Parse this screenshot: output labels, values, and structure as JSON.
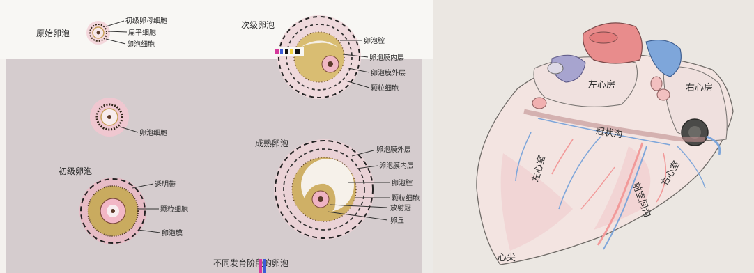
{
  "left_sheet": {
    "primordial_follicle": {
      "title": "原始卵泡",
      "labels": [
        "初级卵母细胞",
        "扁平细胞",
        "卵泡细胞"
      ]
    },
    "secondary_follicle": {
      "title": "次级卵泡",
      "labels": [
        "卵泡腔",
        "卵泡膜内层",
        "卵泡膜外层",
        "颗粒细胞"
      ]
    },
    "middle_follicle": {
      "labels": [
        "卵泡细胞"
      ]
    },
    "primary_follicle": {
      "title": "初级卵泡",
      "labels": [
        "透明带",
        "颗粒细胞",
        "卵泡膜"
      ]
    },
    "mature_follicle": {
      "title": "成熟卵泡",
      "labels": [
        "卵泡膜外层",
        "卵泡膜内层",
        "卵泡腔",
        "颗粒细胞",
        "放射冠",
        "卵丘"
      ]
    },
    "caption": "不同发育阶段的卵泡"
  },
  "right_sheet": {
    "labels": {
      "left_atrium": "左心房",
      "right_atrium": "右心房",
      "coronary_sulcus": "冠状沟",
      "left_ventricle": "左心室",
      "right_ventricle": "右心室",
      "interventricular_groove": "前室间沟",
      "apex": "心尖"
    }
  },
  "colors": {
    "paper_left": "#cfc5c8",
    "paper_left_top": "#f7f5f2",
    "paper_right": "#ece8e3",
    "follicle_yellow": "#d4b86a",
    "follicle_pink": "#e9a8b8",
    "heart_red": "#e58e8e",
    "heart_blue": "#7ea4d8",
    "vessel_pink": "#f2a0a0"
  }
}
